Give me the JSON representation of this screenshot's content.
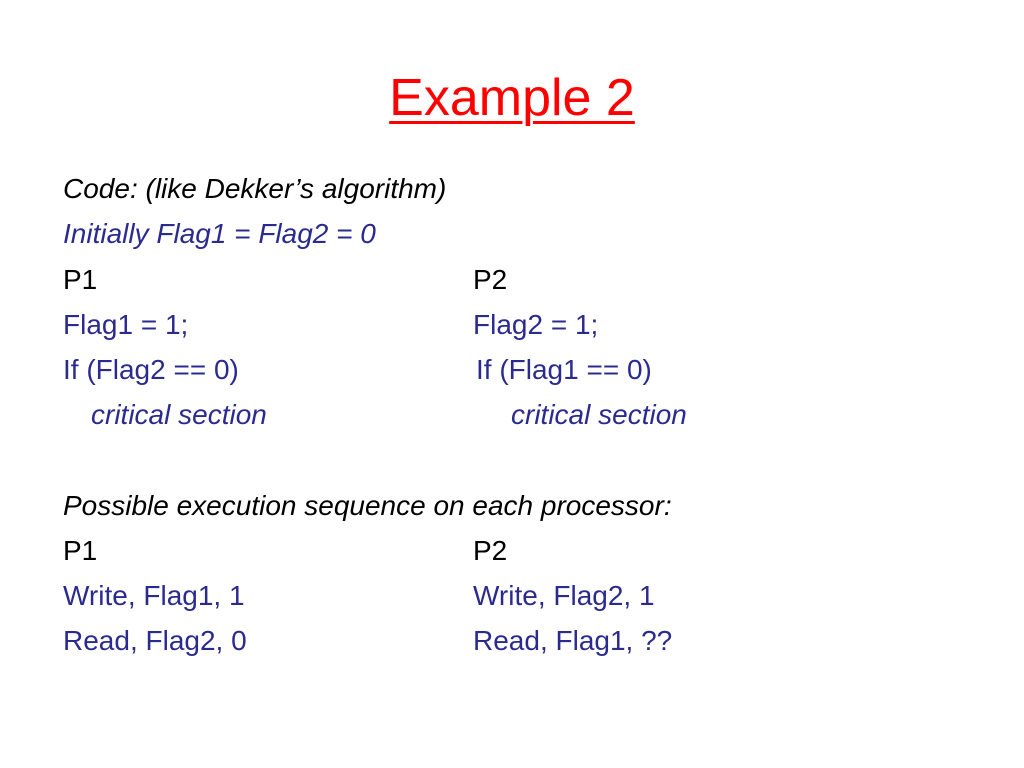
{
  "slide": {
    "title": "Example 2",
    "title_color": "#ff0000",
    "body_color": "#000000",
    "code_color": "#2b2b8f",
    "code_intro": "Code: (like Dekker’s algorithm)",
    "initially": "Initially Flag1 = Flag2 = 0",
    "code_columns": {
      "p1": {
        "header": "P1",
        "set_flag": "Flag1 = 1;",
        "if_check": "If (Flag2 == 0)",
        "critical": "critical section"
      },
      "p2": {
        "header": "P2",
        "set_flag": "Flag2 = 1;",
        "if_check": "If (Flag1 == 0)",
        "critical": "critical section"
      }
    },
    "sequence_intro": "Possible execution sequence on each processor:",
    "sequence_columns": {
      "p1": {
        "header": "P1",
        "write": "Write, Flag1, 1",
        "read": "Read, Flag2, 0"
      },
      "p2": {
        "header": "P2",
        "write": "Write, Flag2, 1",
        "read": "Read, Flag1, ??"
      }
    }
  }
}
